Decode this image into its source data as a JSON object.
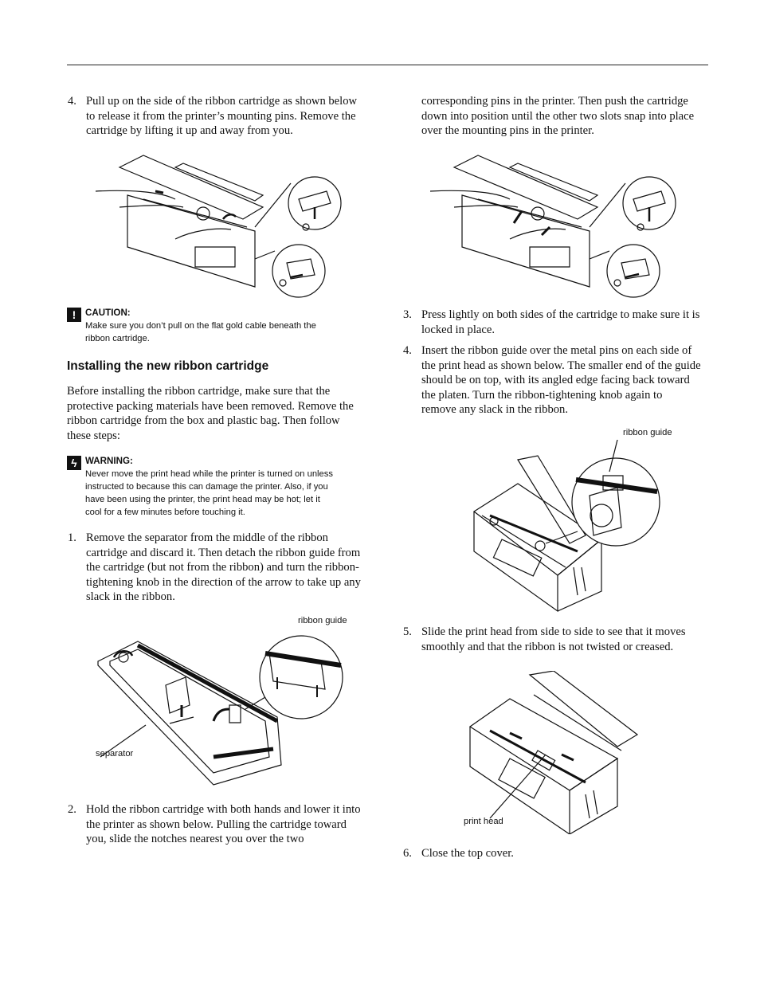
{
  "steps_left": [
    {
      "num": "4.",
      "lines": [
        "Pull up on the side of the ribbon cartridge as shown below",
        "to release it from the printer’s mounting pins. Remove the",
        "cartridge by lifting it up and away from you."
      ]
    },
    {
      "num": "1.",
      "lines": [
        "Remove the separator from the middle of the ribbon",
        "cartridge and discard it. Then detach the ribbon guide from",
        "the cartridge (but not from the ribbon) and turn the ribbon-",
        "tightening knob in the direction of the arrow to take up any",
        "slack in the ribbon."
      ]
    },
    {
      "num": "2.",
      "lines": [
        "Hold the ribbon cartridge with both hands and lower it into",
        "the printer as shown below. Pulling the cartridge toward",
        "you, slide the notches nearest you over the two"
      ]
    }
  ],
  "caution": {
    "title": "CAUTION:",
    "lines": [
      "Make sure you don’t pull on the flat gold cable beneath the",
      "ribbon cartridge."
    ]
  },
  "section_heading": "Installing the new ribbon cartridge",
  "intro": [
    "Before installing the ribbon cartridge, make sure that the",
    "protective packing materials have been removed. Remove the",
    "ribbon cartridge from the box and plastic bag. Then follow",
    "these steps:"
  ],
  "warning": {
    "title": "WARNING:",
    "lines": [
      "Never move the print head while the printer is turned on unless",
      "instructed to because this can damage the printer. Also, if you",
      "have been using the printer, the print head may be hot; let it",
      "cool for a few minutes before touching it."
    ]
  },
  "right_continuation": [
    "corresponding pins in the printer. Then push the cartridge",
    "down into position until the other two slots snap into place",
    "over the mounting pins in the printer."
  ],
  "steps_right": [
    {
      "num": "3.",
      "lines": [
        "Press lightly on both sides of the cartridge to make sure it is",
        "locked in place."
      ]
    },
    {
      "num": "4.",
      "lines": [
        "Insert the ribbon guide over the metal pins on each side of",
        "the print head as shown below. The smaller end of the guide",
        "should be on top, with its angled edge facing back toward",
        "the platen. Turn the ribbon-tightening knob again to",
        "remove any slack in the ribbon."
      ]
    },
    {
      "num": "5.",
      "lines": [
        "Slide the print head from side to side to see that it moves",
        "smoothly and that the ribbon is not twisted or creased."
      ]
    },
    {
      "num": "6.",
      "lines": [
        "Close the top cover."
      ]
    }
  ],
  "labels": {
    "ribbon_guide_left": "ribbon guide",
    "separator": "separator",
    "ribbon_guide_right": "ribbon guide",
    "print_head": "print head"
  },
  "icons": {
    "caution": "exclamation-icon",
    "warning": "lightning-icon"
  }
}
